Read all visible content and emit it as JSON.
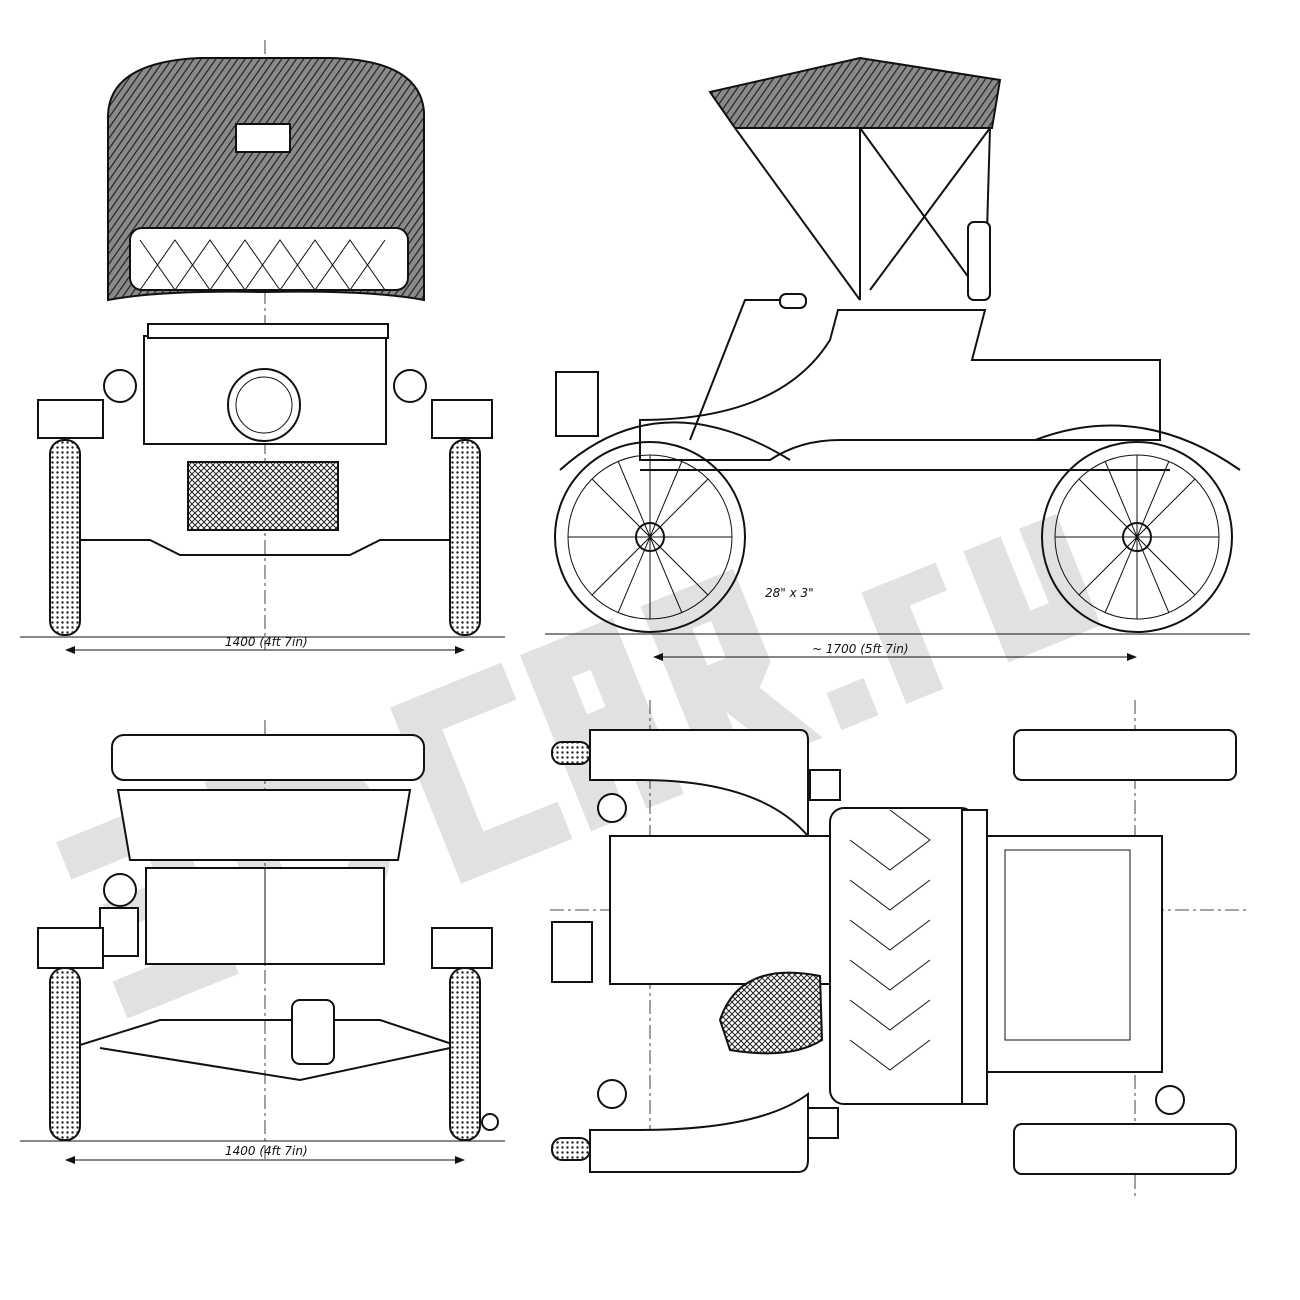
{
  "views": {
    "front": {
      "dimension": "1400 (4ft 7in)"
    },
    "side": {
      "dimension": "~ 1700 (5ft 7in)",
      "tire_size": "28\" x 3\""
    },
    "rear": {
      "dimension": "1400 (4ft 7in)"
    },
    "top": {}
  },
  "watermark": {
    "text": "3DCar.ru",
    "color": "#d8d8d8"
  },
  "colors": {
    "ink": "#111111",
    "paper": "#ffffff"
  }
}
